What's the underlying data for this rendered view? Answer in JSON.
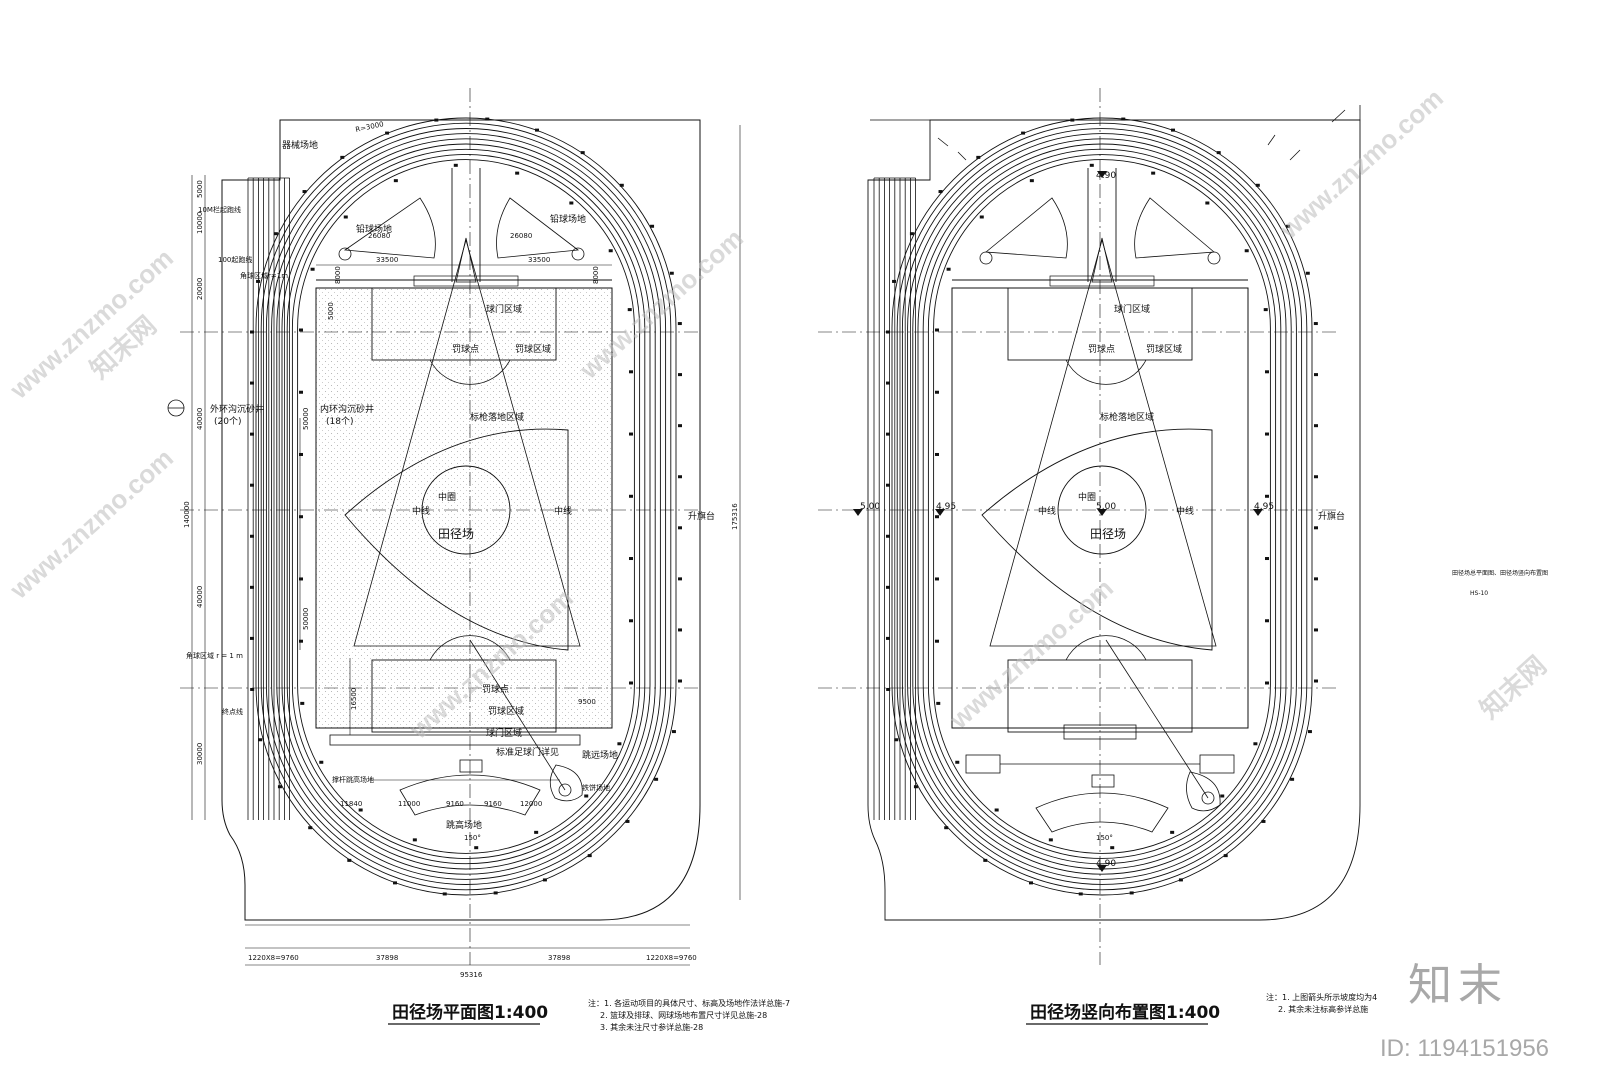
{
  "left_plan": {
    "title": "田径场平面图1:400",
    "labels": {
      "equipment_area": "器械场地",
      "hurdle_start": "10M栏起跑线",
      "start_100": "100起跑线",
      "corner_top": "角球区域r=1m",
      "corner_bottom": "角球区域 r = 1 m",
      "finish_line": "终点线",
      "outer_drain": "外环沟沉砂井",
      "outer_drain_count": "(20个)",
      "inner_drain": "内环沟沉砂井",
      "inner_drain_count": "(18个)",
      "shotput_left": "铅球场地",
      "shotput_right": "铅球场地",
      "goal_area_top": "球门区域",
      "penalty_point_top": "罚球点",
      "penalty_area_top": "罚球区域",
      "javelin": "标枪落地区域",
      "center_circle": "中圈",
      "center_line_left": "中线",
      "center_line_right": "中线",
      "field": "田径场",
      "flagpole": "升旗台",
      "penalty_point_bottom": "罚球点",
      "penalty_area_bottom": "罚球区域",
      "goal_area_bottom": "球门区域",
      "goal_detail": "标准足球门详见",
      "long_jump": "跳远场地",
      "pole_vault": "撑杆跳高场地",
      "discus": "铁饼场地",
      "high_jump": "跳高场地",
      "angle": "150°"
    },
    "dims": {
      "top_5000": "5000",
      "d_10000": "10000",
      "d_20000": "20000",
      "d_40000_a": "40000",
      "d_140000": "140000",
      "d_40000_b": "40000",
      "d_30000": "30000",
      "d_175316": "175316",
      "d_33500_l": "33500",
      "d_33500_r": "33500",
      "d_26080_l": "26080",
      "d_26080_r": "26080",
      "d_8000_l": "8000",
      "d_8000_r": "8000",
      "d_5000_in": "5000",
      "d_50000_top": "50000",
      "d_50000_bot": "50000",
      "d_16500": "16500",
      "d_9500": "9500",
      "d_11840": "11840",
      "d_11000": "11000",
      "d_9160_a": "9160",
      "d_9160_b": "9160",
      "d_12000": "12000",
      "d_1220_l": "1220X8=9760",
      "d_37898_l": "37898",
      "d_37898_r": "37898",
      "d_1220_r": "1220X8=9760",
      "d_95316": "95316",
      "d_r_top": "R=3000"
    },
    "notes": [
      "注：1. 各运动项目的具体尺寸、标高及场地作法详总施-7",
      "2. 篮球及排球、网球场地布置尺寸详见总施-28",
      "3. 其余未注尺寸参详总施-28"
    ]
  },
  "right_plan": {
    "title": "田径场竖向布置图1:400",
    "labels": {
      "goal_area_top": "球门区域",
      "penalty_point_top": "罚球点",
      "penalty_area_top": "罚球区域",
      "javelin": "标枪落地区域",
      "center_circle": "中圈",
      "center_line_left": "中线",
      "center_line_right": "中线",
      "field": "田径场",
      "flagpole": "升旗台",
      "angle": "150°"
    },
    "elevations": {
      "top": "4.90",
      "left_outer": "5.00",
      "left_inner": "4.95",
      "center": "5.00",
      "right_inner": "4.95",
      "bottom": "4.90"
    },
    "notes": [
      "注：1. 上图箭头所示坡度均为4",
      "2. 其余未注标高参详总施"
    ]
  },
  "sheet_title": "田径场总平面图、田径场竖向布置图",
  "sheet_number": "HS-10",
  "watermark_text": "www.znzmo.com",
  "watermark_cn": "知末网",
  "brand": "知末",
  "id_text": "ID: 1194151956"
}
